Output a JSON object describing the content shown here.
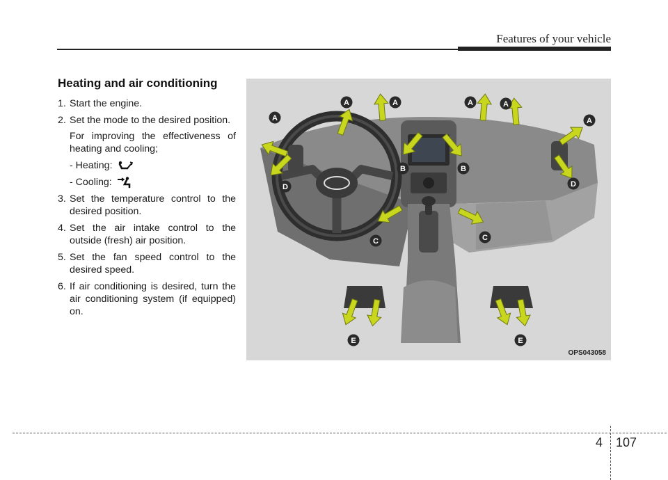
{
  "header": {
    "section_title": "Features of your vehicle"
  },
  "content": {
    "heading": "Heating and air conditioning",
    "steps": [
      {
        "num": "1.",
        "text": "Start the engine."
      },
      {
        "num": "2.",
        "text": "Set the mode to the desired position."
      },
      {
        "num": "3.",
        "text": "Set the temperature control to the desired position."
      },
      {
        "num": "4.",
        "text": "Set the air intake control to the outside (fresh) air position."
      },
      {
        "num": "5.",
        "text": "Set the fan speed control to the desired speed."
      },
      {
        "num": "6.",
        "text": "If air conditioning is desired, turn the air conditioning system (if equipped) on."
      }
    ],
    "step2_note": "For improving the effectiveness of heating and cooling;",
    "heating_label": "- Heating:",
    "cooling_label": "- Cooling:"
  },
  "figure": {
    "code": "OPS043058",
    "vent_labels": [
      "A",
      "A",
      "A",
      "A",
      "A",
      "A",
      "B",
      "B",
      "C",
      "C",
      "D",
      "D",
      "E",
      "E"
    ],
    "colors": {
      "arrow_fill": "#c9d61e",
      "arrow_stroke": "#6f7a10",
      "badge": "#2a2a2a"
    }
  },
  "footer": {
    "chapter": "4",
    "page": "107"
  }
}
